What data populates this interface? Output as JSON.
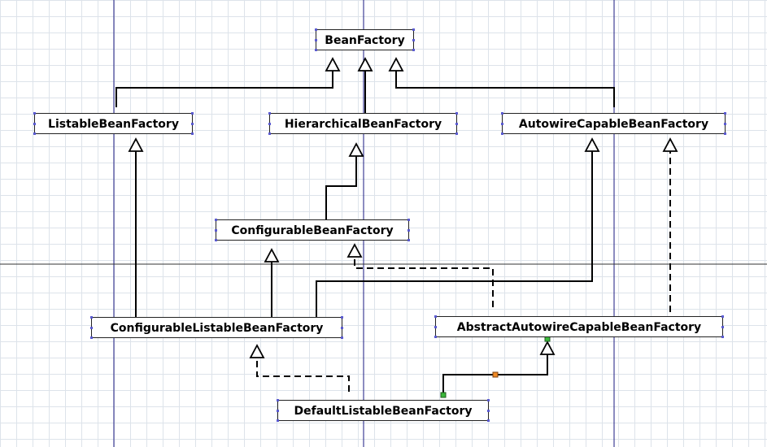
{
  "colors": {
    "guide": "#1a1a80",
    "crosshair": "#333333",
    "edge": "#000000",
    "sel_start": "#3ab83a",
    "sel_mid": "#f08a24"
  },
  "nodes": {
    "beanfactory": "BeanFactory",
    "listable": "ListableBeanFactory",
    "hierarchical": "HierarchicalBeanFactory",
    "autowire": "AutowireCapableBeanFactory",
    "configurable": "ConfigurableBeanFactory",
    "configlistable": "ConfigurableListableBeanFactory",
    "abstractautowire": "AbstractAutowireCapableBeanFactory",
    "defaultlistable": "DefaultListableBeanFactory"
  },
  "edges": [
    {
      "from": "listable",
      "to": "beanfactory",
      "kind": "extends"
    },
    {
      "from": "hierarchical",
      "to": "beanfactory",
      "kind": "extends"
    },
    {
      "from": "autowire",
      "to": "beanfactory",
      "kind": "extends"
    },
    {
      "from": "configurable",
      "to": "hierarchical",
      "kind": "extends"
    },
    {
      "from": "configlistable",
      "to": "listable",
      "kind": "extends"
    },
    {
      "from": "configlistable",
      "to": "configurable",
      "kind": "extends"
    },
    {
      "from": "configlistable",
      "to": "autowire",
      "kind": "extends"
    },
    {
      "from": "abstractautowire",
      "to": "autowire",
      "kind": "implements"
    },
    {
      "from": "abstractautowire",
      "to": "configurable",
      "kind": "implements"
    },
    {
      "from": "defaultlistable",
      "to": "configlistable",
      "kind": "implements"
    },
    {
      "from": "defaultlistable",
      "to": "abstractautowire",
      "kind": "extends",
      "selected": true
    }
  ]
}
